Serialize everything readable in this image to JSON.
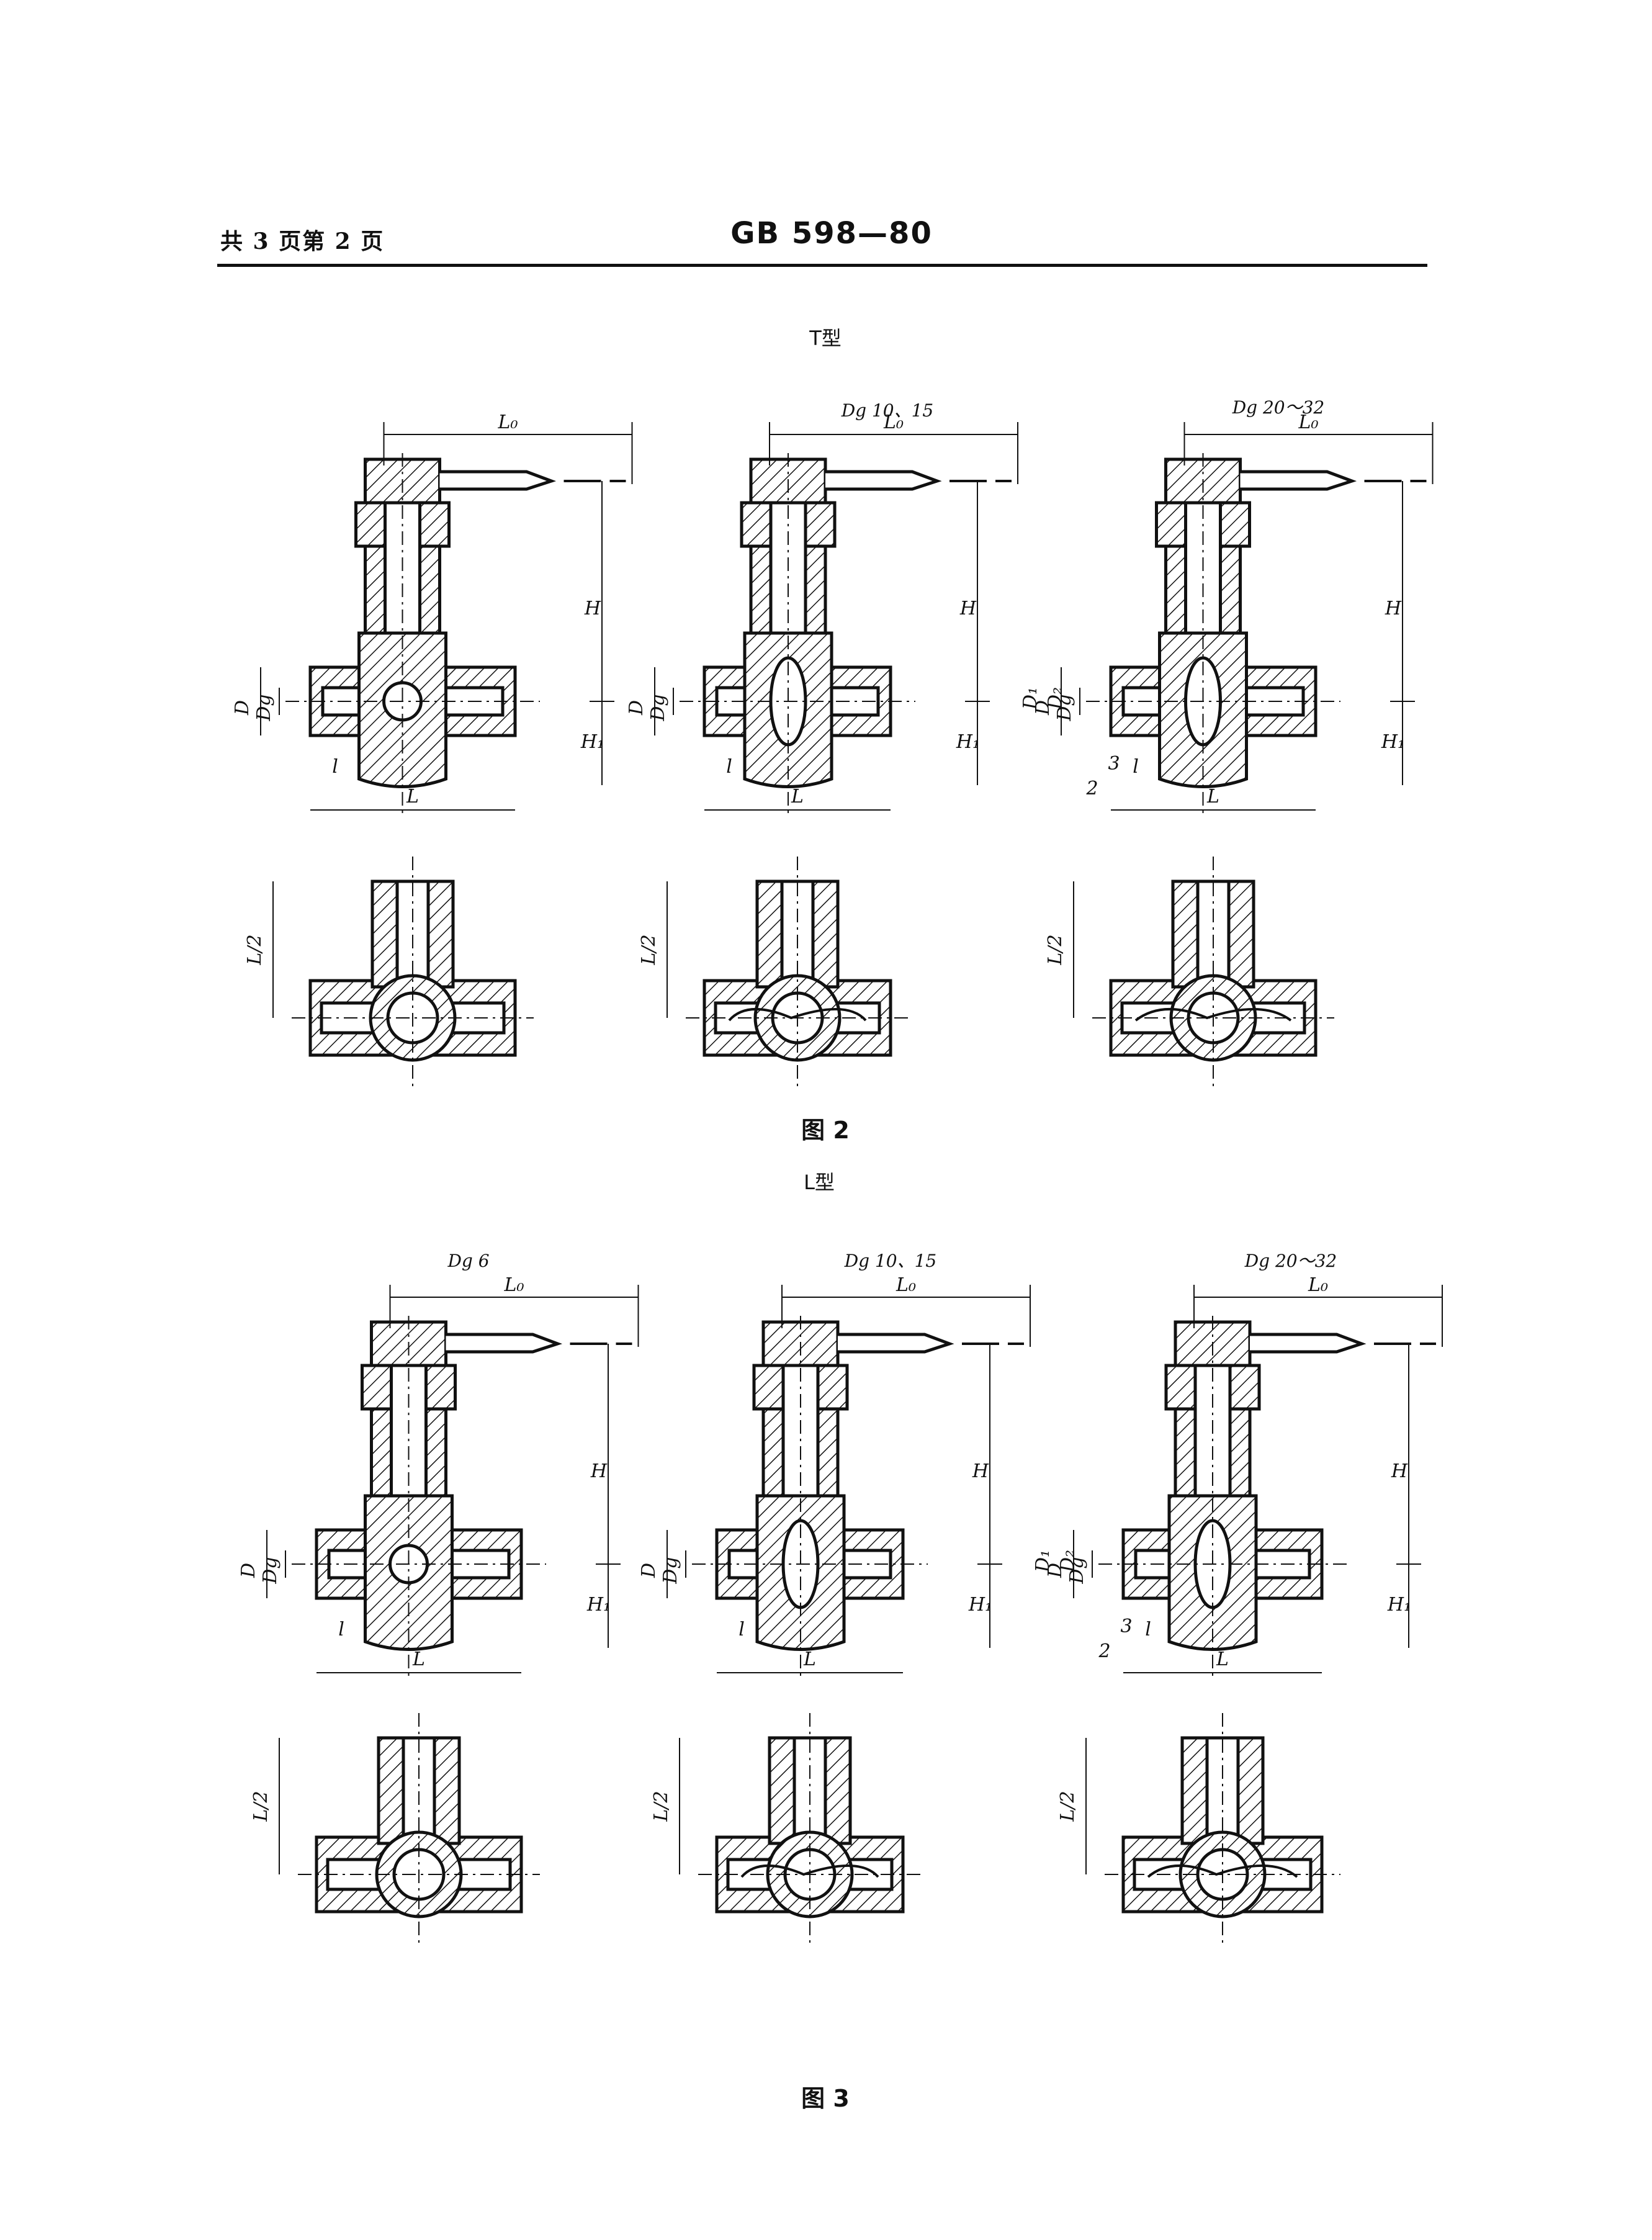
{
  "header": {
    "page_info": "共 3 页第 2 页",
    "standard_code": "GB 598—80"
  },
  "figure2": {
    "type_label": "T型",
    "caption": "图 2",
    "variants": [
      {
        "size_label": ""
      },
      {
        "size_label": "Dg 10、15"
      },
      {
        "size_label": "Dg 20～32"
      }
    ]
  },
  "figure3": {
    "type_label": "L型",
    "caption": "图 3",
    "variants": [
      {
        "size_label": "Dg 6"
      },
      {
        "size_label": "Dg 10、15"
      },
      {
        "size_label": "Dg 20～32"
      }
    ]
  },
  "dimensions": {
    "L0": "L₀",
    "H": "H",
    "H1": "H₁",
    "D": "D",
    "Dg": "Dg",
    "D1": "D₁",
    "D2": "D₂",
    "L": "L",
    "l": "l",
    "half_L": "L/2",
    "n2": "2",
    "n3": "3"
  },
  "colors": {
    "ink": "#111111",
    "paper": "#ffffff",
    "watermark": "#5abee6"
  }
}
